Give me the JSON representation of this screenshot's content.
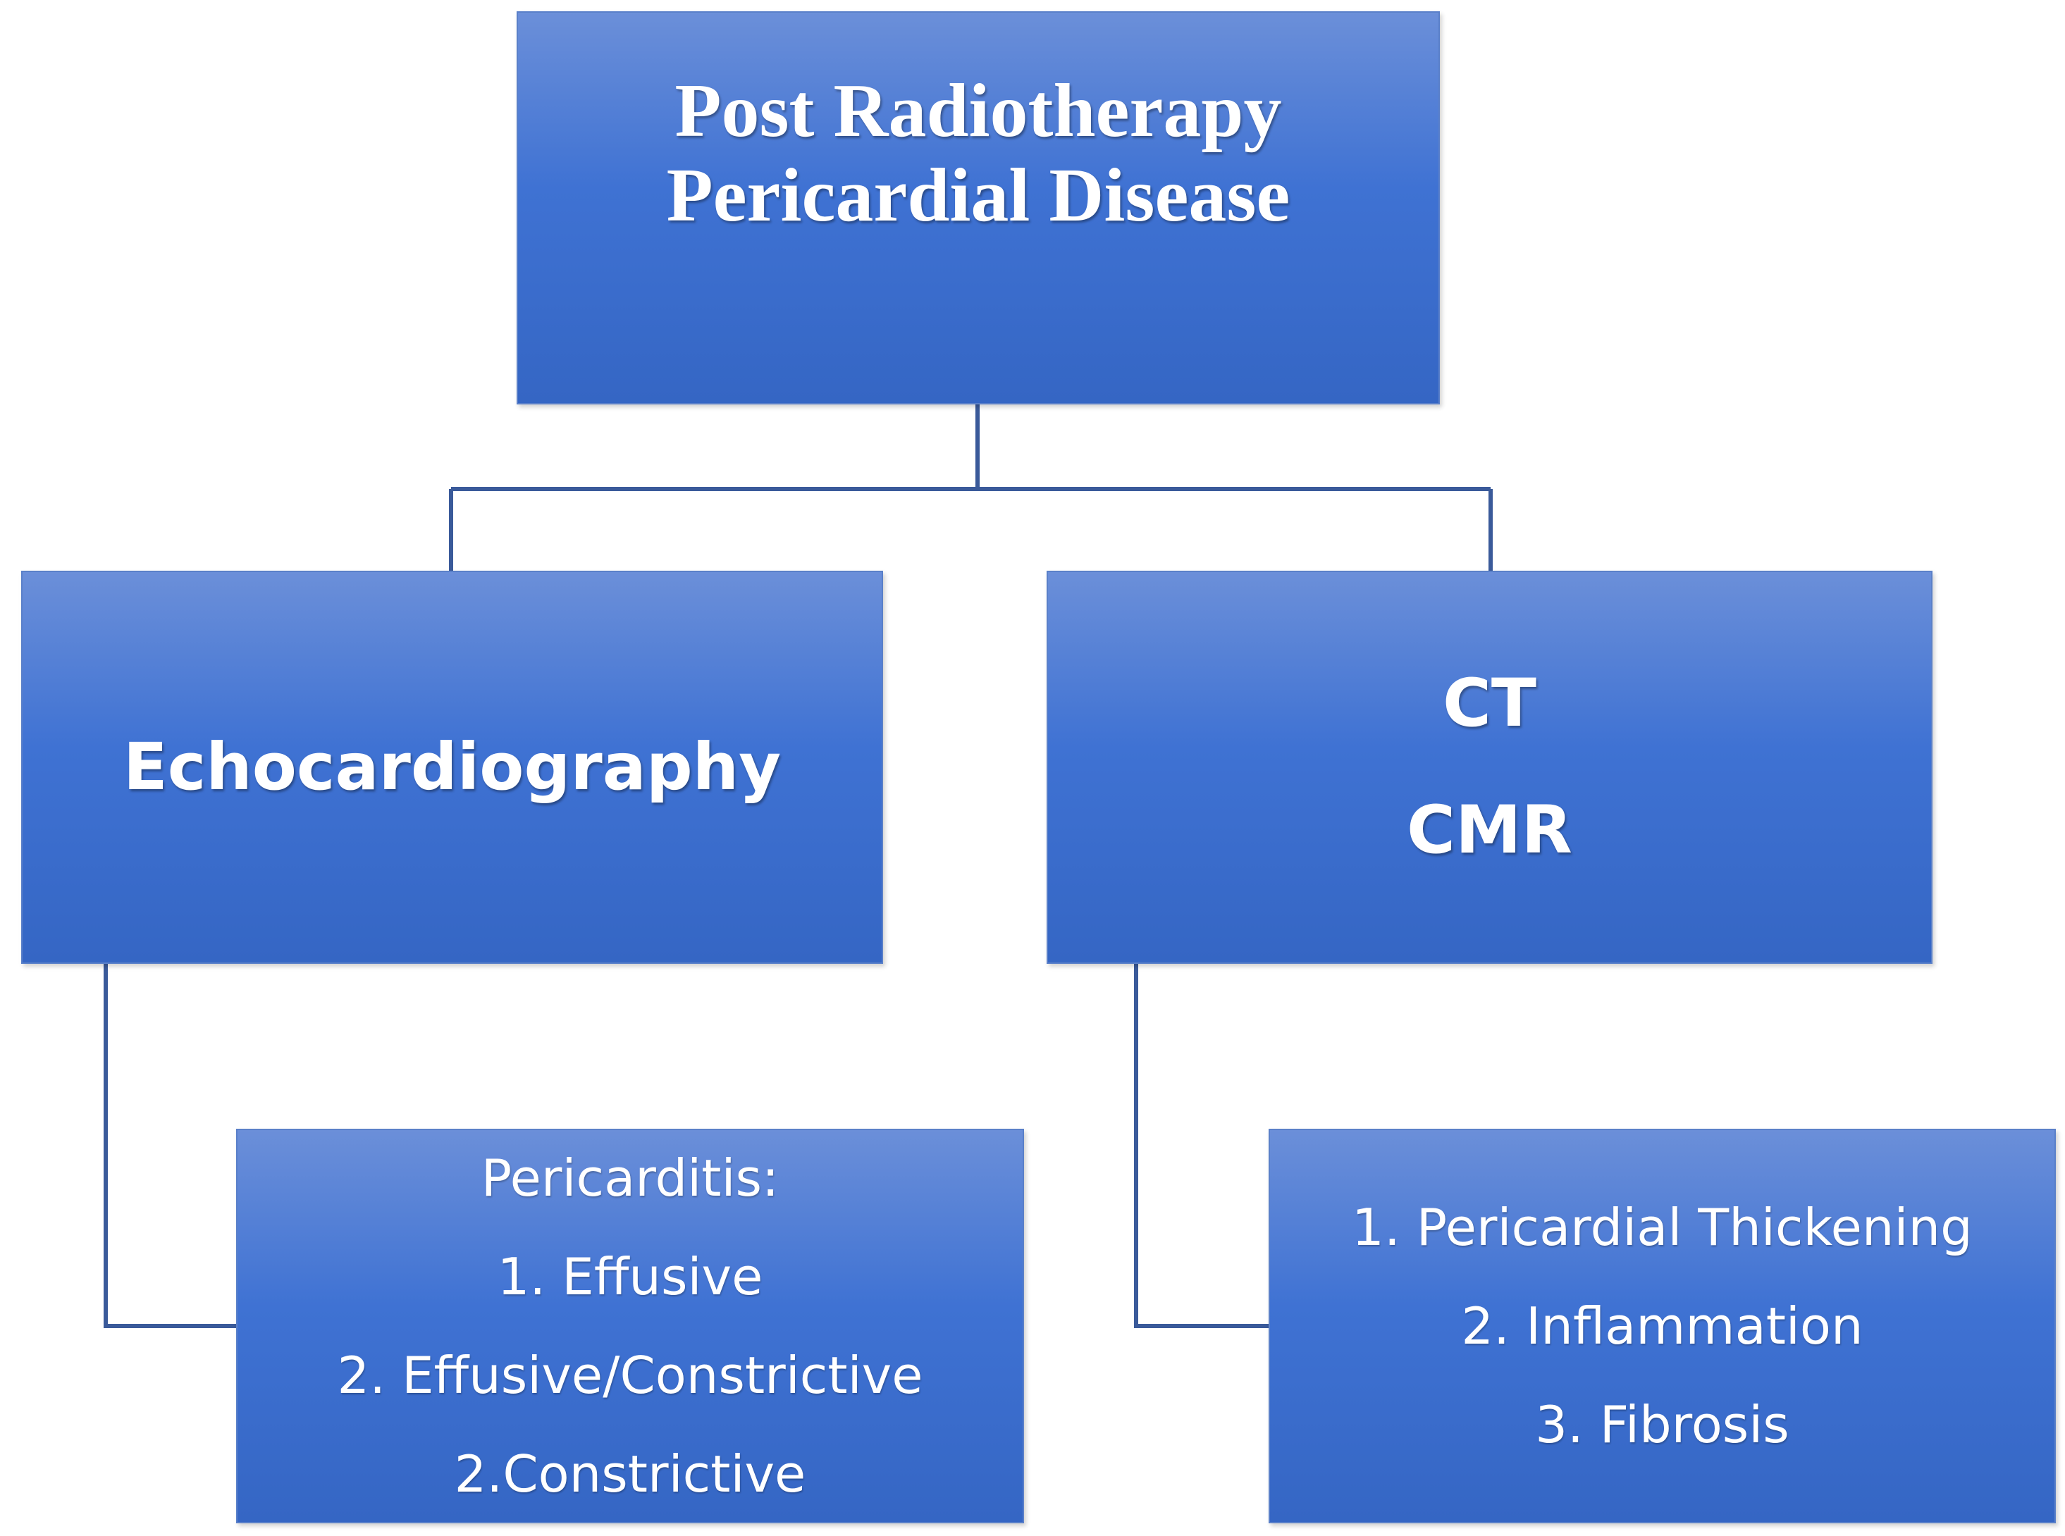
{
  "diagram": {
    "root": {
      "lines": [
        "Post Radiotherapy",
        "Pericardial Disease"
      ]
    },
    "branches": [
      {
        "title_lines": [
          "Echocardiography"
        ],
        "child_lines": [
          "Pericarditis:",
          "1. Effusive",
          "2. Effusive/Constrictive",
          "2.Constrictive"
        ]
      },
      {
        "title_lines": [
          "CT",
          "CMR"
        ],
        "child_lines": [
          "1. Pericardial Thickening",
          "2. Inflammation",
          "3. Fibrosis"
        ]
      }
    ],
    "colors": {
      "box_top": "#6b8fd9",
      "box_bottom": "#3566c4",
      "connector": "#3a5a9a",
      "text": "#ffffff"
    }
  }
}
